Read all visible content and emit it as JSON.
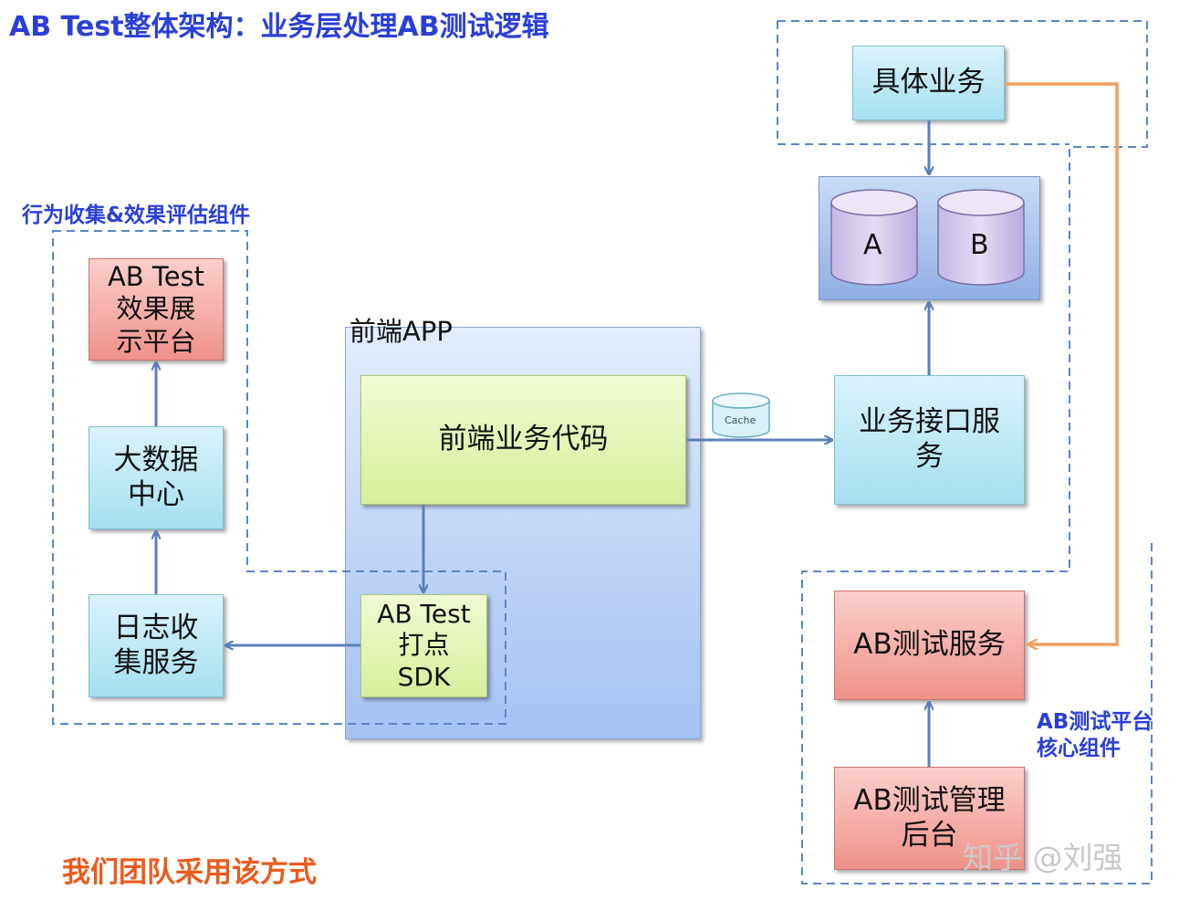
{
  "title": "AB Test整体架构：业务层处理AB测试逻辑",
  "groups": {
    "collect_label": "行为收集&效果评估组件",
    "core_label_line1": "AB测试平台",
    "core_label_line2": "核心组件"
  },
  "app": {
    "label": "前端APP",
    "business_code": "前端业务代码",
    "sdk_line1": "AB Test",
    "sdk_line2": "打点",
    "sdk_line3": "SDK"
  },
  "left": {
    "effect_line1": "AB Test",
    "effect_line2": "效果展",
    "effect_line3": "示平台",
    "bigdata_line1": "大数据",
    "bigdata_line2": "中心",
    "log_line1": "日志收",
    "log_line2": "集服务"
  },
  "right": {
    "specific_business": "具体业务",
    "db_a": "A",
    "db_b": "B",
    "api_line1": "业务接口服",
    "api_line2": "务",
    "ab_service": "AB测试服务",
    "admin_line1": "AB测试管理",
    "admin_line2": "后台"
  },
  "cache_label": "Cache",
  "note": "我们团队采用该方式",
  "watermark": "知乎 @刘强",
  "colors": {
    "title": "#2a3fd6",
    "arrow": "#5a7fb8",
    "orange_arrow": "#f0a060",
    "dashed": "#5b86c4",
    "note": "#ea5b1c"
  }
}
